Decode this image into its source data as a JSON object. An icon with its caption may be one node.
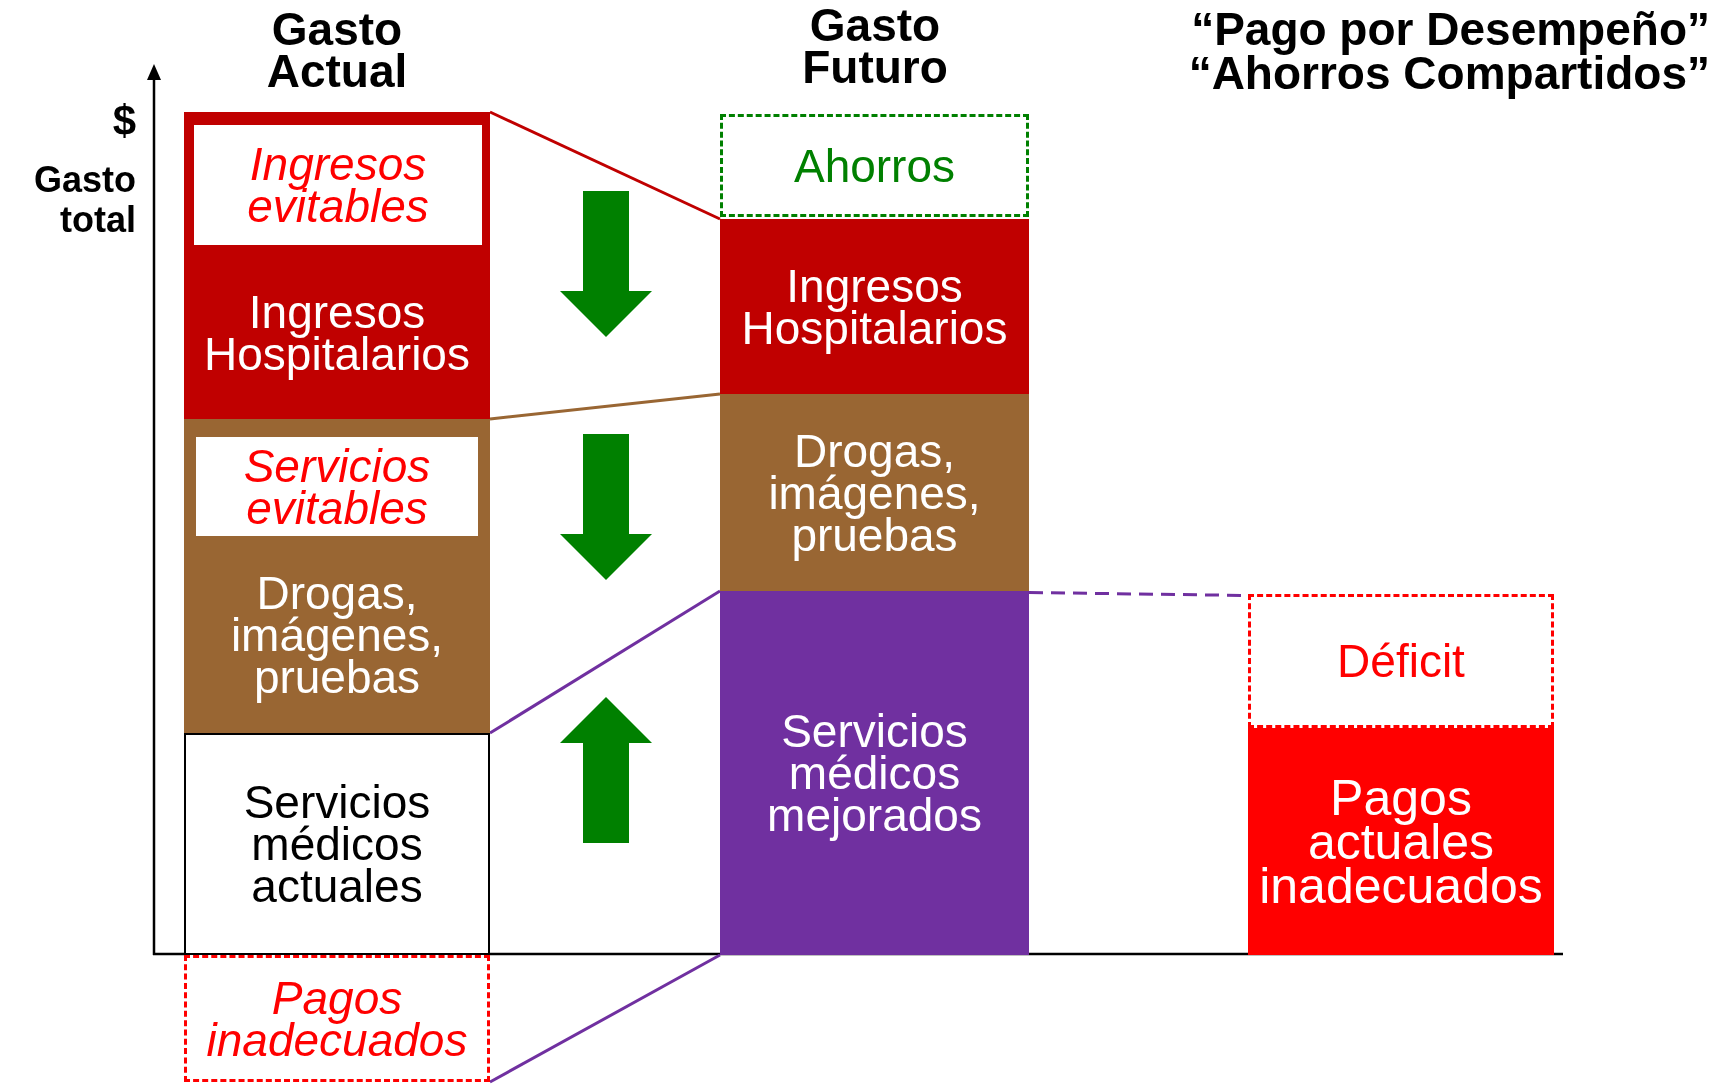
{
  "diagram": {
    "nodes": [
      {
        "text": [
          "Ingresos Hospitalarios"
        ]
      },
      {
        "text": [
          "Ingresos evitables"
        ],
        "in": 0
      },
      {
        "text": [
          "Drogas, imágenes, pruebas"
        ]
      },
      {
        "text": [
          "Servicios evitables"
        ],
        "in": 2
      },
      {
        "text": [
          "Servicios médicos actuales"
        ]
      },
      {
        "text": [
          "Pagos inadecuados"
        ]
      },
      {
        "text": [
          "Ahorros"
        ]
      },
      {
        "text": [
          "Ingresos Hospitalarios"
        ]
      },
      {
        "text": [
          "Drogas, imágenes, pruebas"
        ]
      },
      {
        "text": [
          "Servicios médicos mejorados"
        ]
      },
      {
        "text": [
          "Déficit"
        ]
      },
      {
        "text": [
          "Pagos actuales inadecuados"
        ]
      }
    ],
    "edges": [
      {
        "from": 0,
        "to": 7,
        "arrow": "none",
        "color": "#c00000"
      },
      {
        "from": 2,
        "to": 8,
        "arrow": "none",
        "color": "#996633"
      },
      {
        "from": 4,
        "to": 9,
        "arrow": "none"
      },
      {
        "from": 5,
        "to": 9,
        "arrow": "none"
      },
      {
        "from": 9,
        "to": 10,
        "arrow": "none",
        "style": "dashed"
      }
    ],
    "labels": [
      "Gasto Actual",
      "Gasto Futuro",
      "“Pago por Desempeño”",
      "“Ahorros Compartidos”",
      "$",
      "Gasto total"
    ]
  }
}
